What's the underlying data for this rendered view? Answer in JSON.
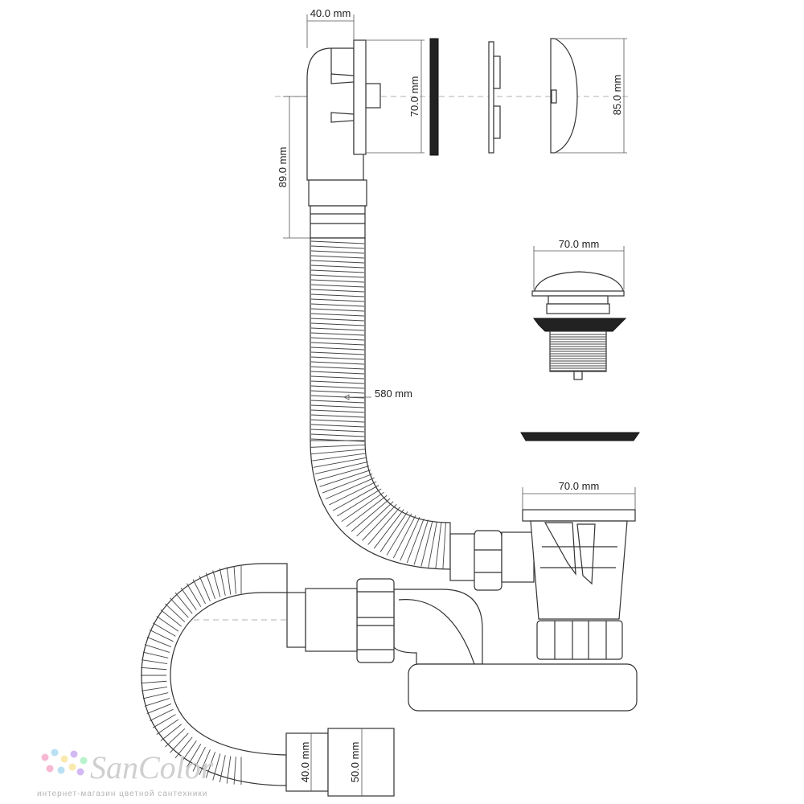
{
  "dimensions": {
    "overflow_depth": "40.0 mm",
    "overflow_flange_height": "70.0 mm",
    "overflow_cap_height": "85.0 mm",
    "overflow_drop": "89.0 mm",
    "hose_length": "580 mm",
    "plug_diameter": "70.0 mm",
    "drain_flange_diameter": "70.0 mm",
    "outlet_inner": "40.0 mm",
    "outlet_outer": "50.0 mm"
  },
  "watermark": {
    "brand": "SanColor",
    "tagline": "интернет-магазин цветной сантехники",
    "dot_colors": [
      "#f4a6c8",
      "#a8d8f0",
      "#f7e39a",
      "#c8a8f0",
      "#a8f0c0"
    ]
  }
}
